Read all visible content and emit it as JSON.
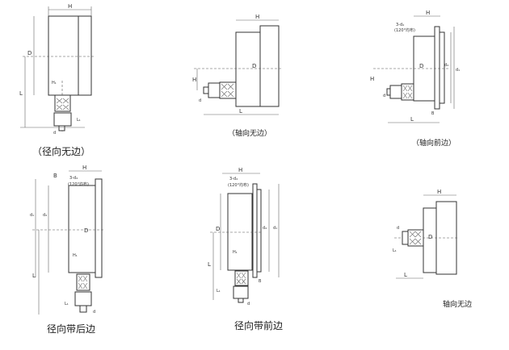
{
  "captions": {
    "radial_no_edge": "（径向无边）",
    "axial_no_edge": "（轴向无边）",
    "axial_front_edge": "（轴向前边）",
    "radial_rear_edge": "径向带后边",
    "radial_front_edge": "径向带前边",
    "axial_no_edge_2": "轴向无边"
  },
  "dims": {
    "H": "H",
    "D": "D",
    "L": "L",
    "H1": "H₁",
    "L1": "L₁",
    "d": "d",
    "d1": "d₁",
    "d4": "d₄",
    "B": "B",
    "holes": "3-d₄",
    "holes_note": "(120°均布)"
  }
}
